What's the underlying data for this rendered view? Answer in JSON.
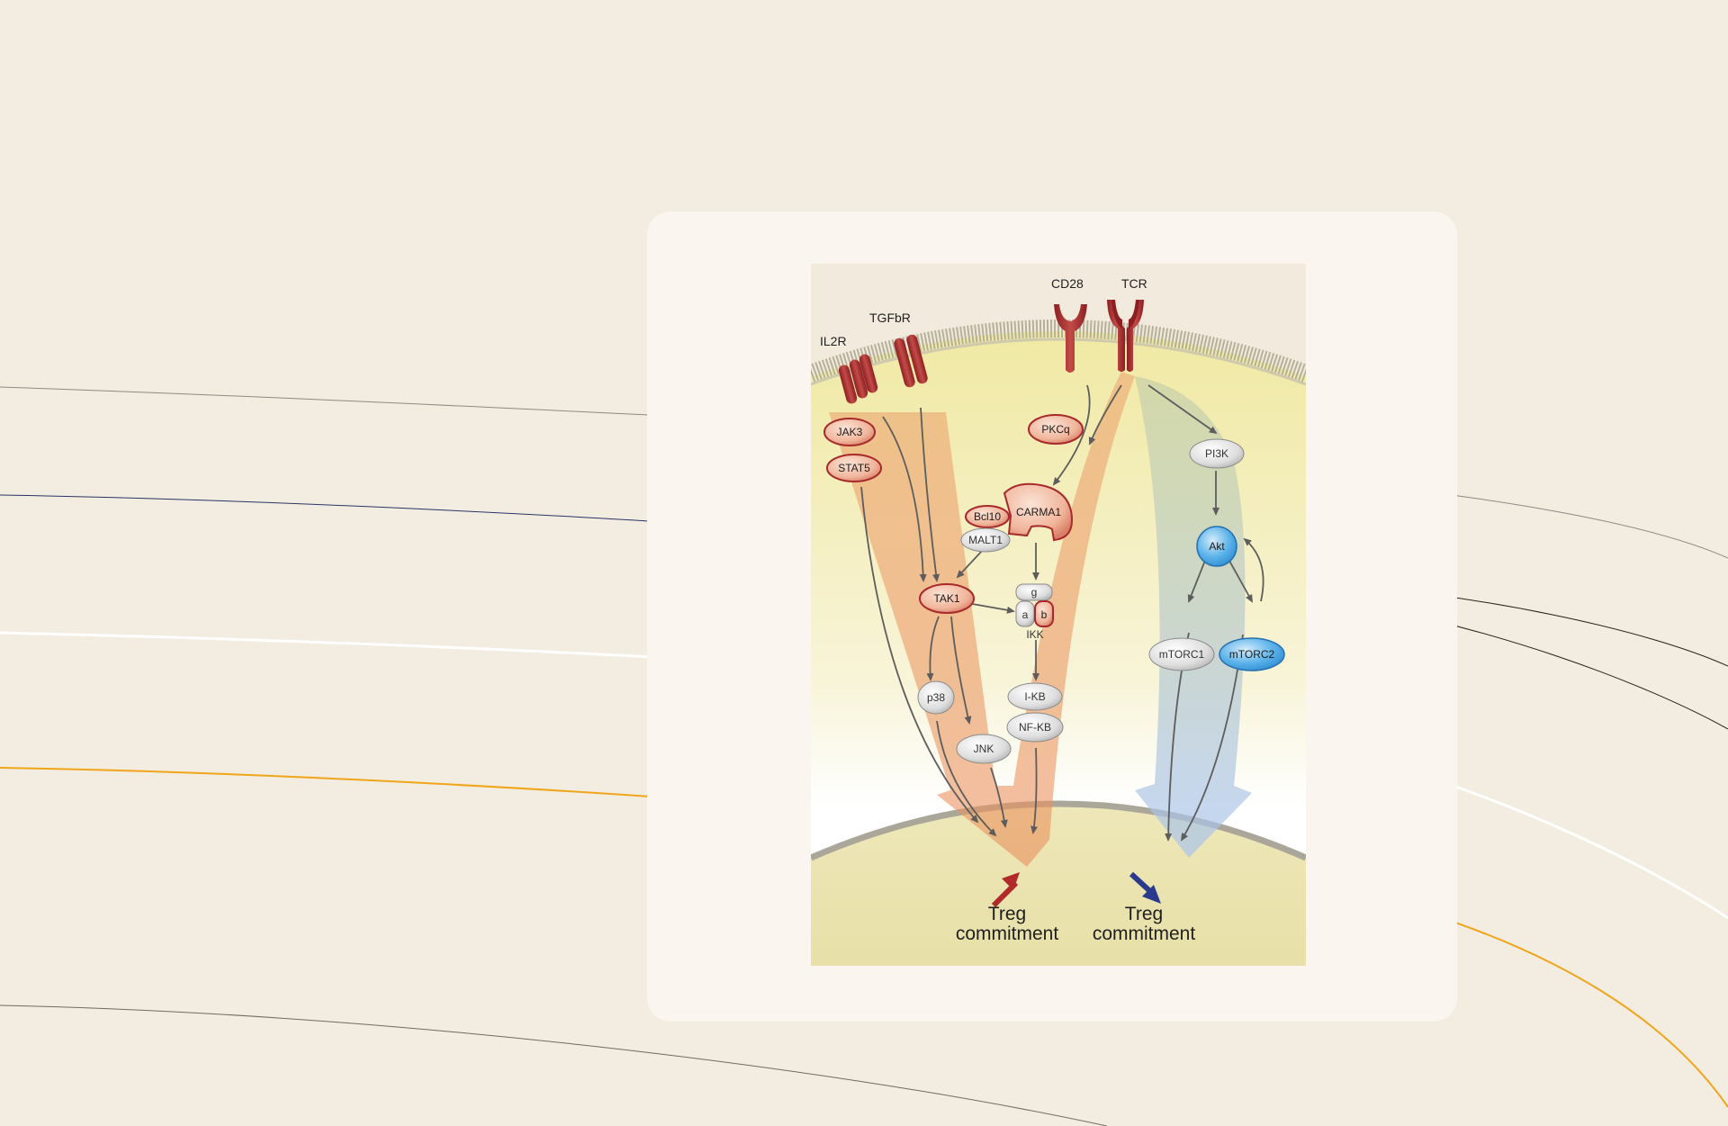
{
  "receptors": {
    "il2r": "IL2R",
    "tgfbr": "TGFbR",
    "cd28": "CD28",
    "tcr": "TCR"
  },
  "nodes": {
    "jak3": "JAK3",
    "stat5": "STAT5",
    "pkcq": "PKCq",
    "bcl10": "Bcl10",
    "carma1": "CARMA1",
    "malt1": "MALT1",
    "tak1": "TAK1",
    "ikk_g": "g",
    "ikk_a": "a",
    "ikk_b": "b",
    "ikk": "IKK",
    "p38": "p38",
    "jnk": "JNK",
    "ikb": "I-KB",
    "nfkb": "NF-KB",
    "pi3k": "PI3K",
    "akt": "Akt",
    "mtorc1": "mTORC1",
    "mtorc2": "mTORC2"
  },
  "outcomes": {
    "left_line1": "Treg",
    "left_line2": "commitment",
    "right_line1": "Treg",
    "right_line2": "commitment"
  },
  "colors": {
    "page_background": "#f3ece0",
    "card": "#faf6ef",
    "receptor_red": "#a7292b",
    "node_grey": "#d9d9d9",
    "node_blue": "#3a9ad9",
    "positive_arrow": "#b02a2a",
    "negative_arrow": "#2a3a8c",
    "background_line_orange": "#f0a51a",
    "background_line_navy": "#2a3566"
  }
}
